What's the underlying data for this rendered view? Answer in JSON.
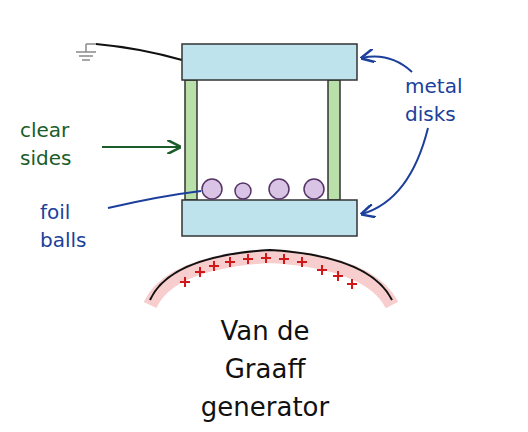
{
  "diagram": {
    "labels": [
      "clear sides",
      "metal disks",
      "foil balls",
      "Van de Graaff generator"
    ]
  }
}
